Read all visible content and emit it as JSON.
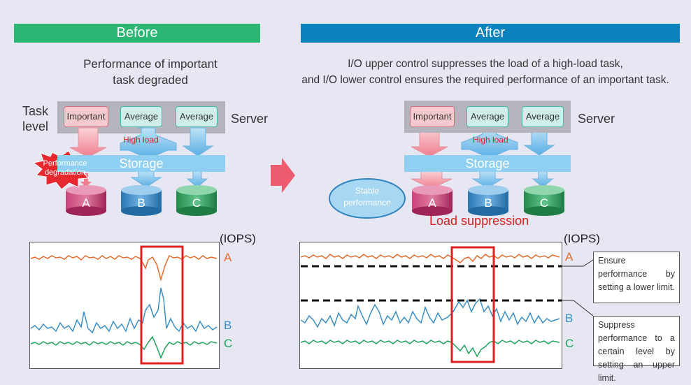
{
  "before": {
    "banner": "Before",
    "heading_line1": "Performance of important",
    "heading_line2": "task degraded",
    "task_level_line1": "Task",
    "task_level_line2": "level",
    "server_label": "Server",
    "tasks": [
      "Important",
      "Average",
      "Average"
    ],
    "high_load": "High load",
    "storage": "Storage",
    "burst_line1": "Performance",
    "burst_line2": "degradation",
    "disks": [
      "A",
      "B",
      "C"
    ],
    "iops": "(IOPS)",
    "series_labels": [
      "A",
      "B",
      "C"
    ]
  },
  "after": {
    "banner": "After",
    "heading_line1": "I/O upper control suppresses the load of a high-load task,",
    "heading_line2": "and I/O lower control ensures the required performance of an important task.",
    "server_label": "Server",
    "tasks": [
      "Important",
      "Average",
      "Average"
    ],
    "high_load": "High load",
    "storage": "Storage",
    "stable_line1": "Stable",
    "stable_line2": "performance",
    "disks": [
      "A",
      "B",
      "C"
    ],
    "load_suppression": "Load suppression",
    "iops": "(IOPS)",
    "series_labels": [
      "A",
      "B",
      "C"
    ],
    "note_lower": "Ensure performance by setting a lower limit.",
    "note_upper": "Suppress performance to a certain level by setting an upper limit."
  },
  "colors": {
    "before_banner": "#2bb673",
    "after_banner": "#0a82bd",
    "series_a": "#e8692a",
    "series_b": "#3a8fc8",
    "series_c": "#20a35a",
    "highlight": "#e02020",
    "storage": "#8fd0f2",
    "disk_a": "#b32d62",
    "disk_b": "#2f82c0",
    "disk_c": "#2b9a55"
  }
}
